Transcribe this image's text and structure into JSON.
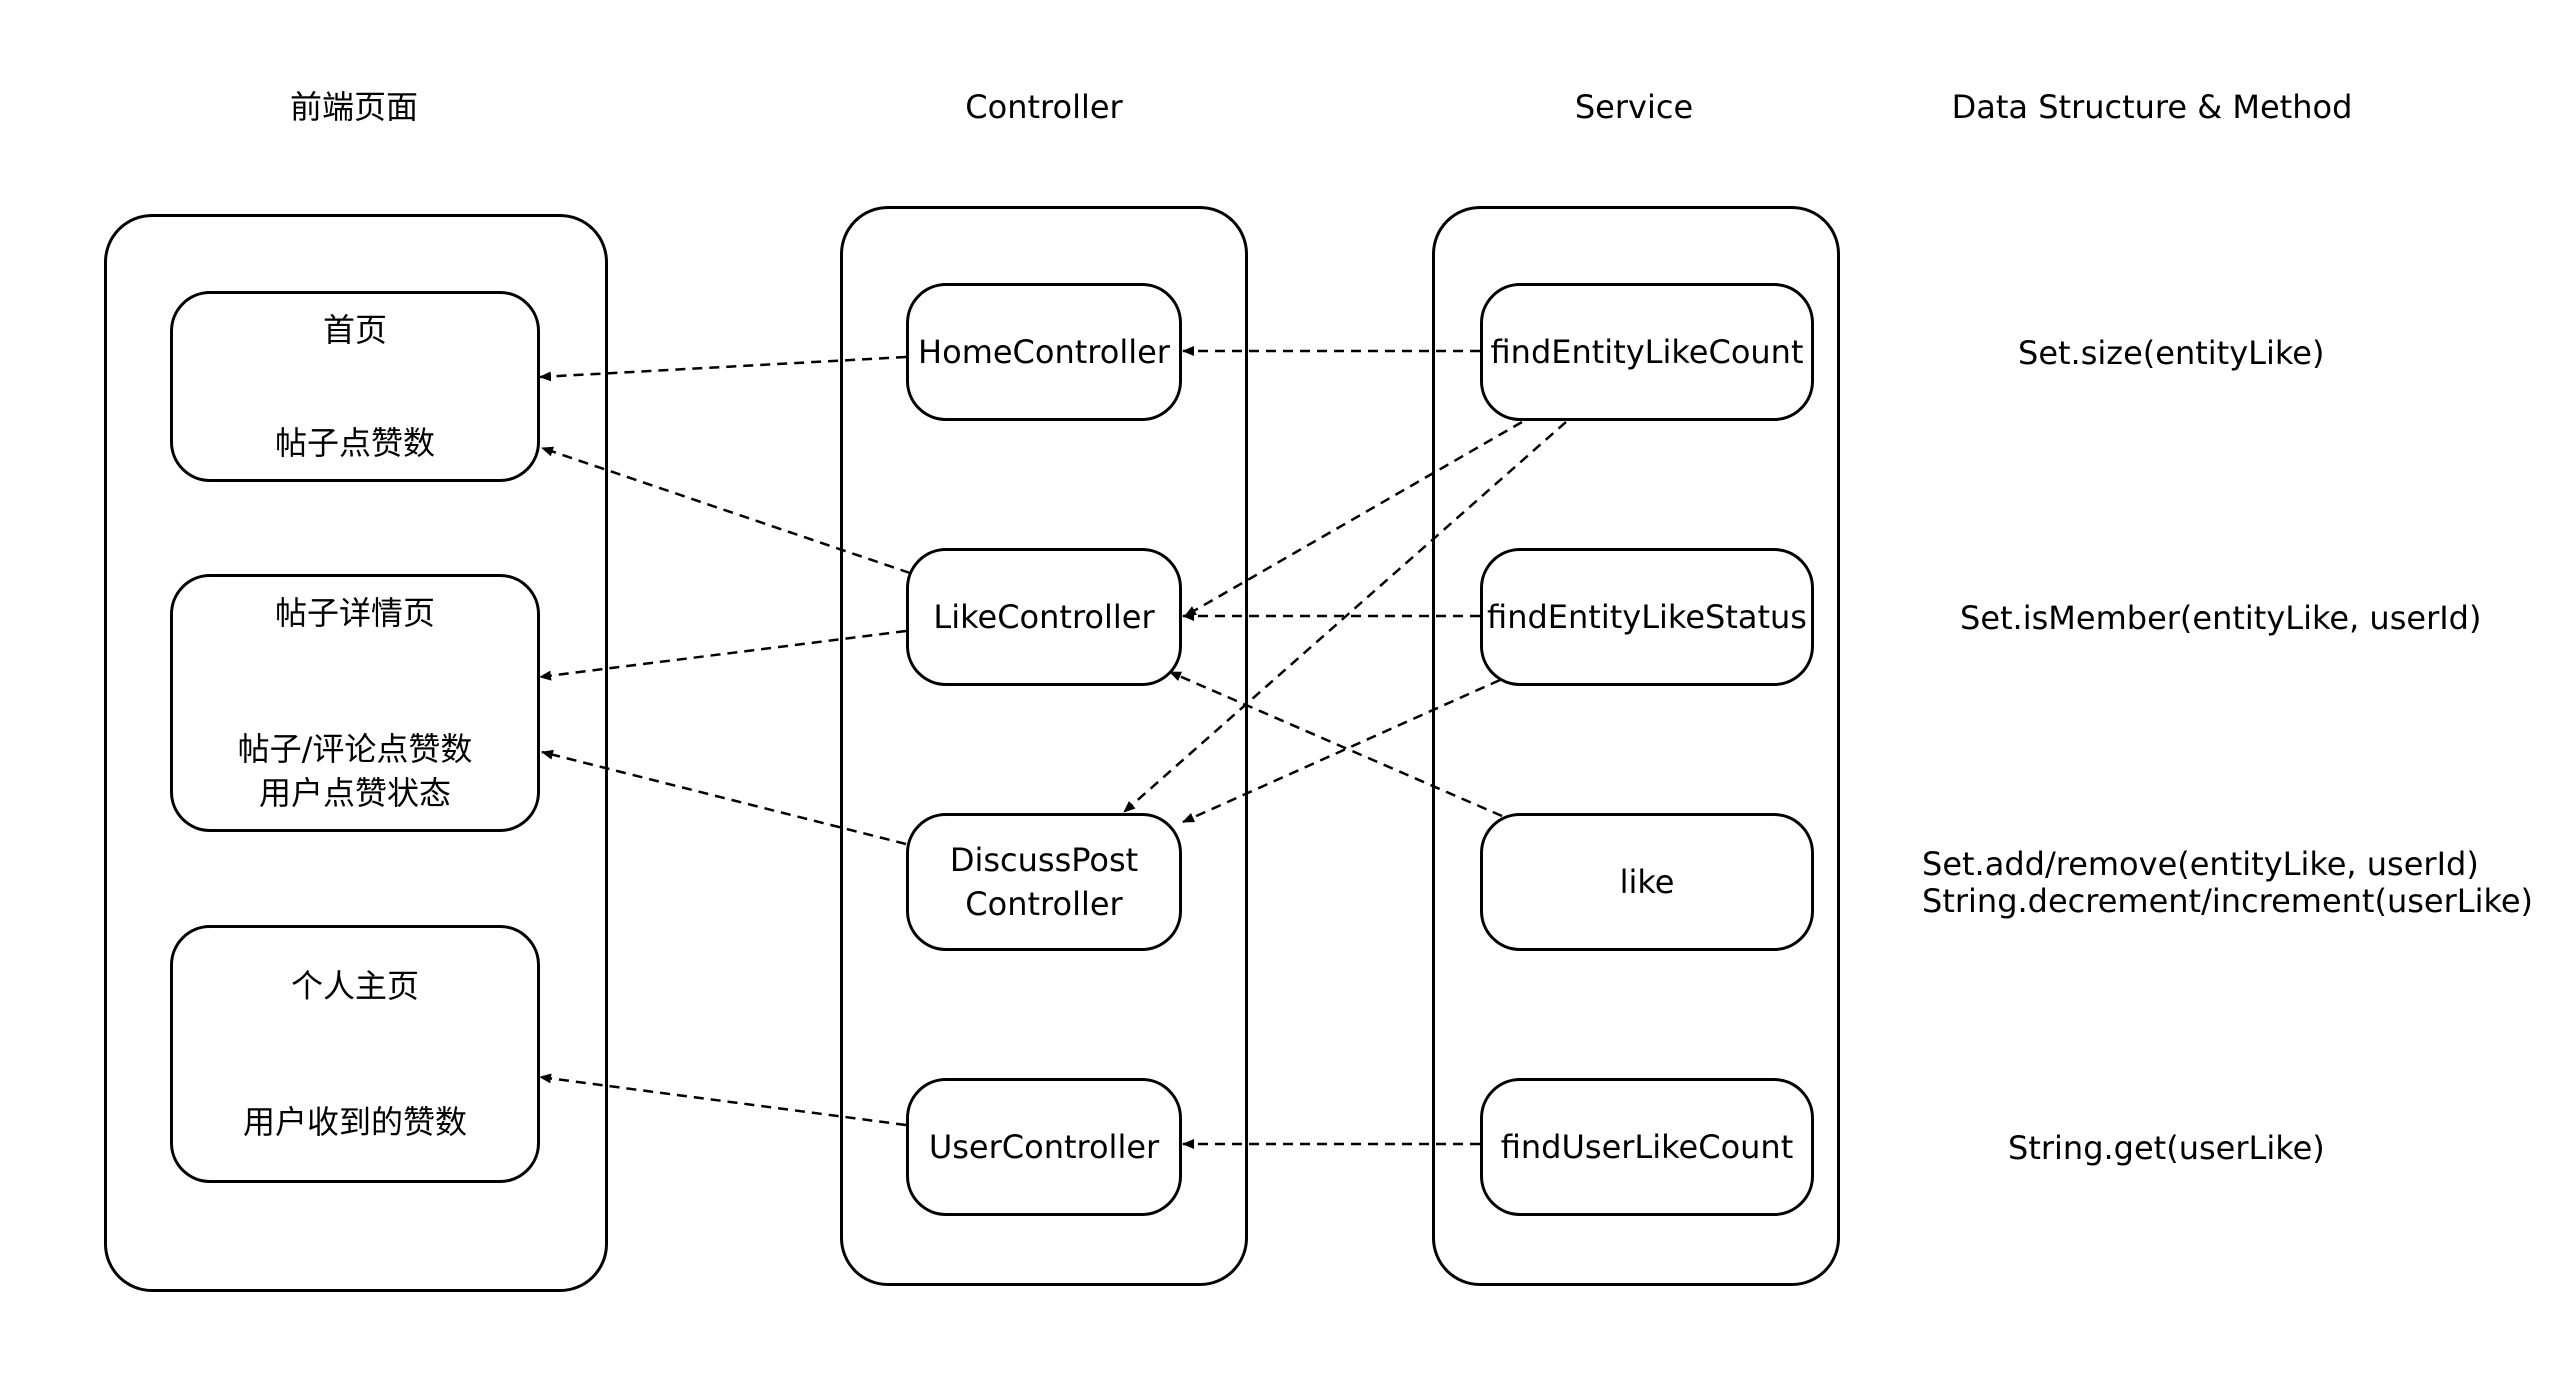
{
  "columns": {
    "frontend": "前端页面",
    "controller": "Controller",
    "service": "Service",
    "data_structure": "Data Structure & Method"
  },
  "frontend_pages": {
    "home": {
      "title": "首页",
      "content": "帖子点赞数"
    },
    "post_detail": {
      "title": "帖子详情页",
      "content_line1": "帖子/评论点赞数",
      "content_line2": "用户点赞状态"
    },
    "profile": {
      "title": "个人主页",
      "content": "用户收到的赞数"
    }
  },
  "controllers": {
    "home": "HomeController",
    "like": "LikeController",
    "discuss_line1": "DiscussPost",
    "discuss_line2": "Controller",
    "user": "UserController"
  },
  "services": {
    "find_entity_like_count": "findEntityLikeCount",
    "find_entity_like_status": "findEntityLikeStatus",
    "like": "like",
    "find_user_like_count": "findUserLikeCount"
  },
  "methods": {
    "size": "Set.size(entityLike)",
    "is_member": "Set.isMember(entityLike, userId)",
    "add_remove": "Set.add/remove(entityLike, userId)",
    "decrement_increment": "String.decrement/increment(userLike)",
    "get": "String.get(userLike)"
  }
}
